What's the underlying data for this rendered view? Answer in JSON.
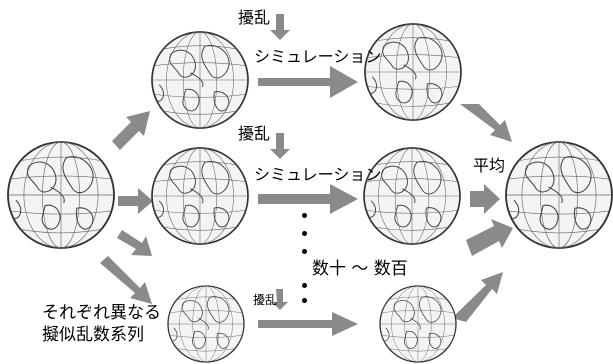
{
  "labels": {
    "perturbation": "擾乱",
    "simulation": "シミュレーション",
    "average": "平均",
    "ensemble_count": "数十 ～ 数百",
    "random_series": "それぞれ異なる\n擬似乱数系列"
  },
  "colors": {
    "arrow": "#8a8a8a",
    "globe_outline": "#333333",
    "globe_lines": "#555555",
    "text": "#000000"
  }
}
